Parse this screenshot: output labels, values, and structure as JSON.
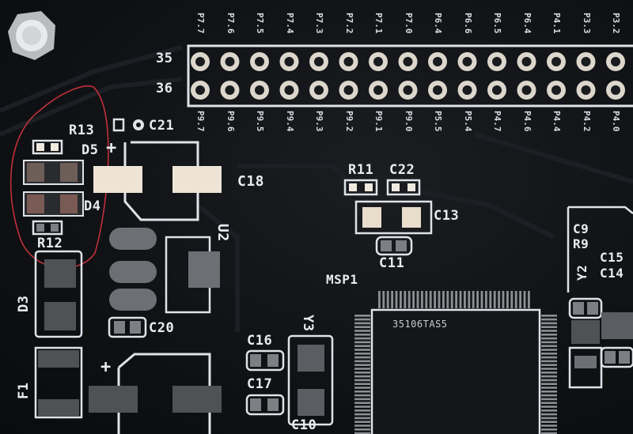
{
  "header_row_numbers": {
    "top": "35",
    "bottom": "36"
  },
  "top_pin_labels": [
    "P7.7",
    "P7.6",
    "P7.5",
    "P7.4",
    "P7.3",
    "P7.2",
    "P7.1",
    "P7.0",
    "P6.4",
    "P6.6",
    "P6.5",
    "P6.4",
    "P4.1",
    "P3.3",
    "P3.2"
  ],
  "bottom_pin_labels": [
    "P9.7",
    "P9.6",
    "P9.5",
    "P9.4",
    "P9.3",
    "P9.2",
    "P9.1",
    "P9.0",
    "P5.5",
    "P5.4",
    "P4.7",
    "P4.6",
    "P4.4",
    "P4.2",
    "P4.0"
  ],
  "component_labels": {
    "r13": "R13",
    "c21": "C21",
    "d5": "D5",
    "plus_d5": "+",
    "c18": "C18",
    "d4": "D4",
    "r12": "R12",
    "u2": "U2",
    "d3": "D3",
    "c20": "C20",
    "f1": "F1",
    "plus_lower": "+",
    "r11": "R11",
    "c22": "C22",
    "c13": "C13",
    "c11": "C11",
    "msp1": "MSP1",
    "chip_marking": "35106TAS5",
    "c16": "C16",
    "c17": "C17",
    "c10": "C10",
    "y3": "Y3",
    "c9": "C9",
    "r9": "R9",
    "y2": "Y2",
    "c15": "C15",
    "c14": "C14"
  },
  "colors": {
    "board": "#111316",
    "silkscreen": "#dfe3e8",
    "copper": "#c9b9a4",
    "ink_circle": "#c0303a"
  }
}
